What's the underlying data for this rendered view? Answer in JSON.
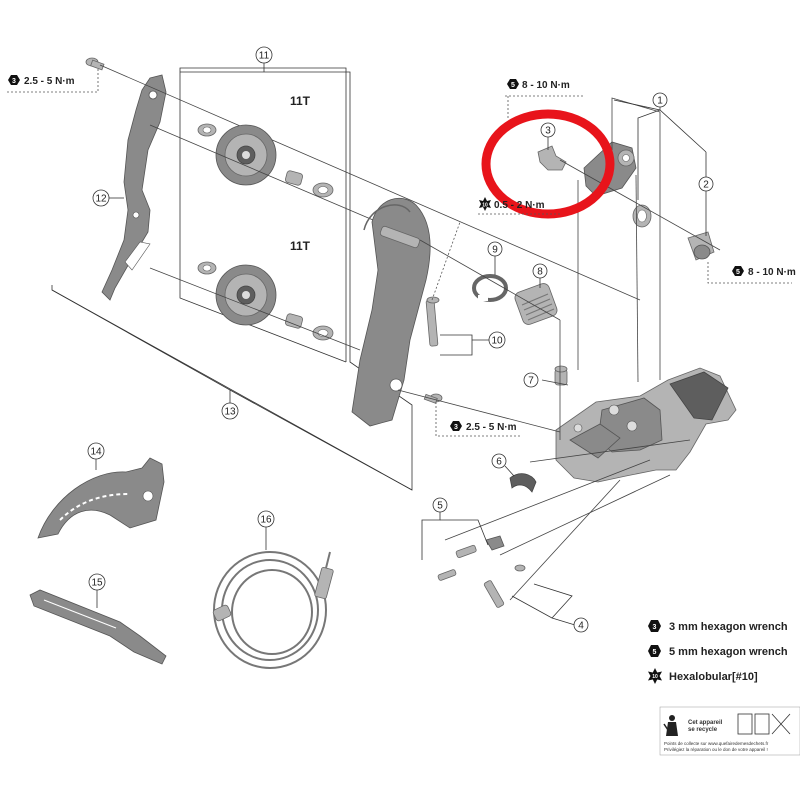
{
  "callouts": {
    "c1": "1",
    "c2": "2",
    "c3": "3",
    "c4": "4",
    "c5": "5",
    "c6": "6",
    "c7": "7",
    "c8": "8",
    "c9": "9",
    "c10": "10",
    "c11": "11",
    "c12": "12",
    "c13": "13",
    "c14": "14",
    "c15": "15",
    "c16": "16"
  },
  "pulleys": {
    "upper_teeth": "11T",
    "lower_teeth": "11T"
  },
  "torques": {
    "top_left": {
      "tool": "3",
      "value": "2.5 - 5 N·m"
    },
    "mid": {
      "tool": "3",
      "value": "2.5 - 5 N·m"
    },
    "top_right": {
      "tool": "5",
      "value": "8 - 10 N·m"
    },
    "right": {
      "tool": "5",
      "value": "8 - 10 N·m"
    },
    "hexalobular": {
      "tool": "10",
      "value": "0.5 - 2 N·m"
    }
  },
  "legend": [
    {
      "symbol": "3",
      "text": "3 mm hexagon wrench",
      "shape": "hexagon"
    },
    {
      "symbol": "5",
      "text": "5 mm hexagon wrench",
      "shape": "hexagon"
    },
    {
      "symbol": "10",
      "text": "Hexalobular[#10]",
      "shape": "star"
    }
  ],
  "recycle_badge": {
    "line1": "Cet appareil",
    "line2": "se recycle",
    "footer1": "Points de collecte sur www.quefairedemesdechets.fr",
    "footer2": "Privilégiez la réparation ou le don de votre appareil !"
  },
  "highlight_color": "#e8141b"
}
